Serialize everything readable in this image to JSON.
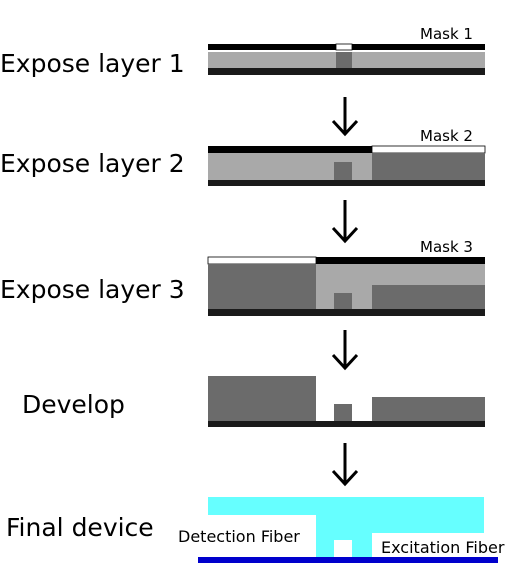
{
  "steps": {
    "s1": "Expose layer 1",
    "s2": "Expose layer 2",
    "s3": "Expose layer 3",
    "s4": "Develop",
    "s5": "Final device"
  },
  "masks": {
    "m1": "Mask 1",
    "m2": "Mask 2",
    "m3": "Mask 3"
  },
  "fibers": {
    "detection": "Detection Fiber",
    "excitation": "Excitation Fiber"
  },
  "colors": {
    "mask_opaque": "#000000",
    "mask_clear": "#ffffff",
    "unexposed_resist": "#a9a9a9",
    "exposed_resist": "#6b6b6b",
    "substrate": "#1a1a1a",
    "final_device": "#66ffff",
    "fiber_base": "#0000cc"
  }
}
